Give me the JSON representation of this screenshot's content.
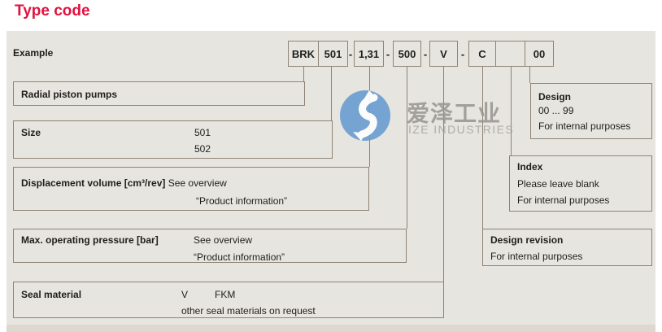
{
  "page": {
    "title": "Type code",
    "example_label": "Example"
  },
  "code": {
    "pump": "BRK",
    "size": "501",
    "displacement": "1,31",
    "pressure": "500",
    "seal": "V",
    "design_revision": "C",
    "index_blank": "",
    "design": "00",
    "separator": "-"
  },
  "boxes": {
    "radial": {
      "label": "Radial piston pumps"
    },
    "size": {
      "label": "Size",
      "values": [
        "501",
        "502"
      ]
    },
    "displacement": {
      "label": "Displacement volume [cm³/rev]",
      "value_line1": "See overview",
      "value_line2": "“Product information”"
    },
    "pressure": {
      "label": "Max. operating pressure [bar]",
      "value_line1": "See overview",
      "value_line2": "“Product information”"
    },
    "seal": {
      "label": "Seal material",
      "code": "V",
      "code_meaning": "FKM",
      "note": "other seal materials on request"
    },
    "design": {
      "title": "Design",
      "line1": "00 ... 99",
      "line2": "For internal purposes"
    },
    "index": {
      "title": "Index",
      "line1": "Please leave blank",
      "line2": "For internal purposes"
    },
    "design_revision": {
      "title": "Design revision",
      "line1": "For internal purposes"
    }
  },
  "watermark": {
    "text_cn": "爱泽工业",
    "text_en": "IZE INDUSTRIES"
  },
  "colors": {
    "accent_red": "#e2113f",
    "panel_bg": "#e7e5df",
    "border": "#8e8375",
    "text": "#1f1e1c",
    "watermark_blue": "#6d9fd1",
    "watermark_gray": "#95948f"
  }
}
